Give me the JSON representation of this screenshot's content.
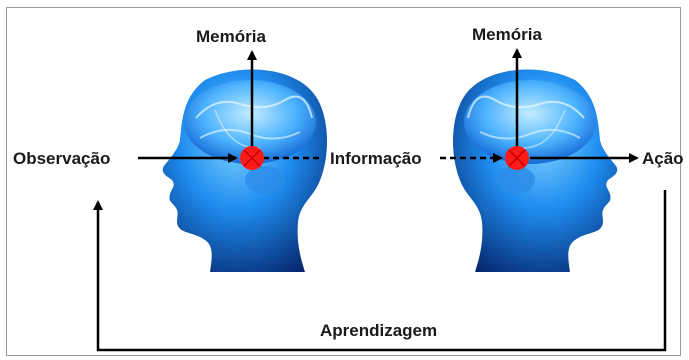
{
  "labels": {
    "memory_left": "Memória",
    "memory_right": "Memória",
    "observation": "Observação",
    "information": "Informação",
    "action": "Ação",
    "learning": "Aprendizagem"
  },
  "colors": {
    "marker": "#ff1a1a",
    "arrow": "#000000",
    "head_light": "#6fc8ff",
    "head_dark": "#0a2f8a"
  },
  "icons": {
    "left_head": "human-head-with-brain-facing-left",
    "right_head": "human-head-with-brain-facing-right",
    "marker": "red-circle-with-x"
  }
}
